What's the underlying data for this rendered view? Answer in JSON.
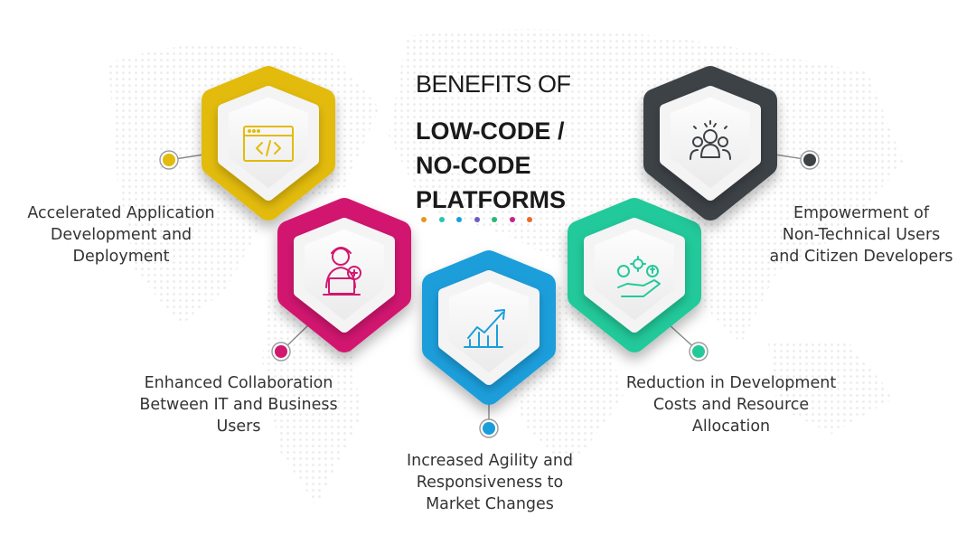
{
  "title": {
    "line1": "BENEFITS OF",
    "line2": "LOW-CODE /\nNO-CODE\nPLATFORMS"
  },
  "colors": {
    "yellow": "#E3BB0C",
    "magenta": "#D2176F",
    "blue": "#1A9EDB",
    "green": "#24C99A",
    "dark": "#3D4247",
    "dots": [
      "#E39A1B",
      "#27C4B0",
      "#1A9EDB",
      "#6E5BC6",
      "#2BB673",
      "#C8208B",
      "#E76A2C"
    ]
  },
  "benefits": [
    {
      "label": "Accelerated Application\nDevelopment and\nDeployment",
      "icon": "code-window-icon",
      "color": "yellow"
    },
    {
      "label": "Enhanced Collaboration\nBetween IT and Business\nUsers",
      "icon": "developer-wrench-icon",
      "color": "magenta"
    },
    {
      "label": "Increased Agility and\nResponsiveness to\nMarket Changes",
      "icon": "growth-chart-icon",
      "color": "blue"
    },
    {
      "label": "Reduction in Development\nCosts and Resource\nAllocation",
      "icon": "cost-savings-hand-icon",
      "color": "green"
    },
    {
      "label": "Empowerment of\nNon-Technical Users\nand Citizen Developers",
      "icon": "user-group-icon",
      "color": "dark"
    }
  ]
}
